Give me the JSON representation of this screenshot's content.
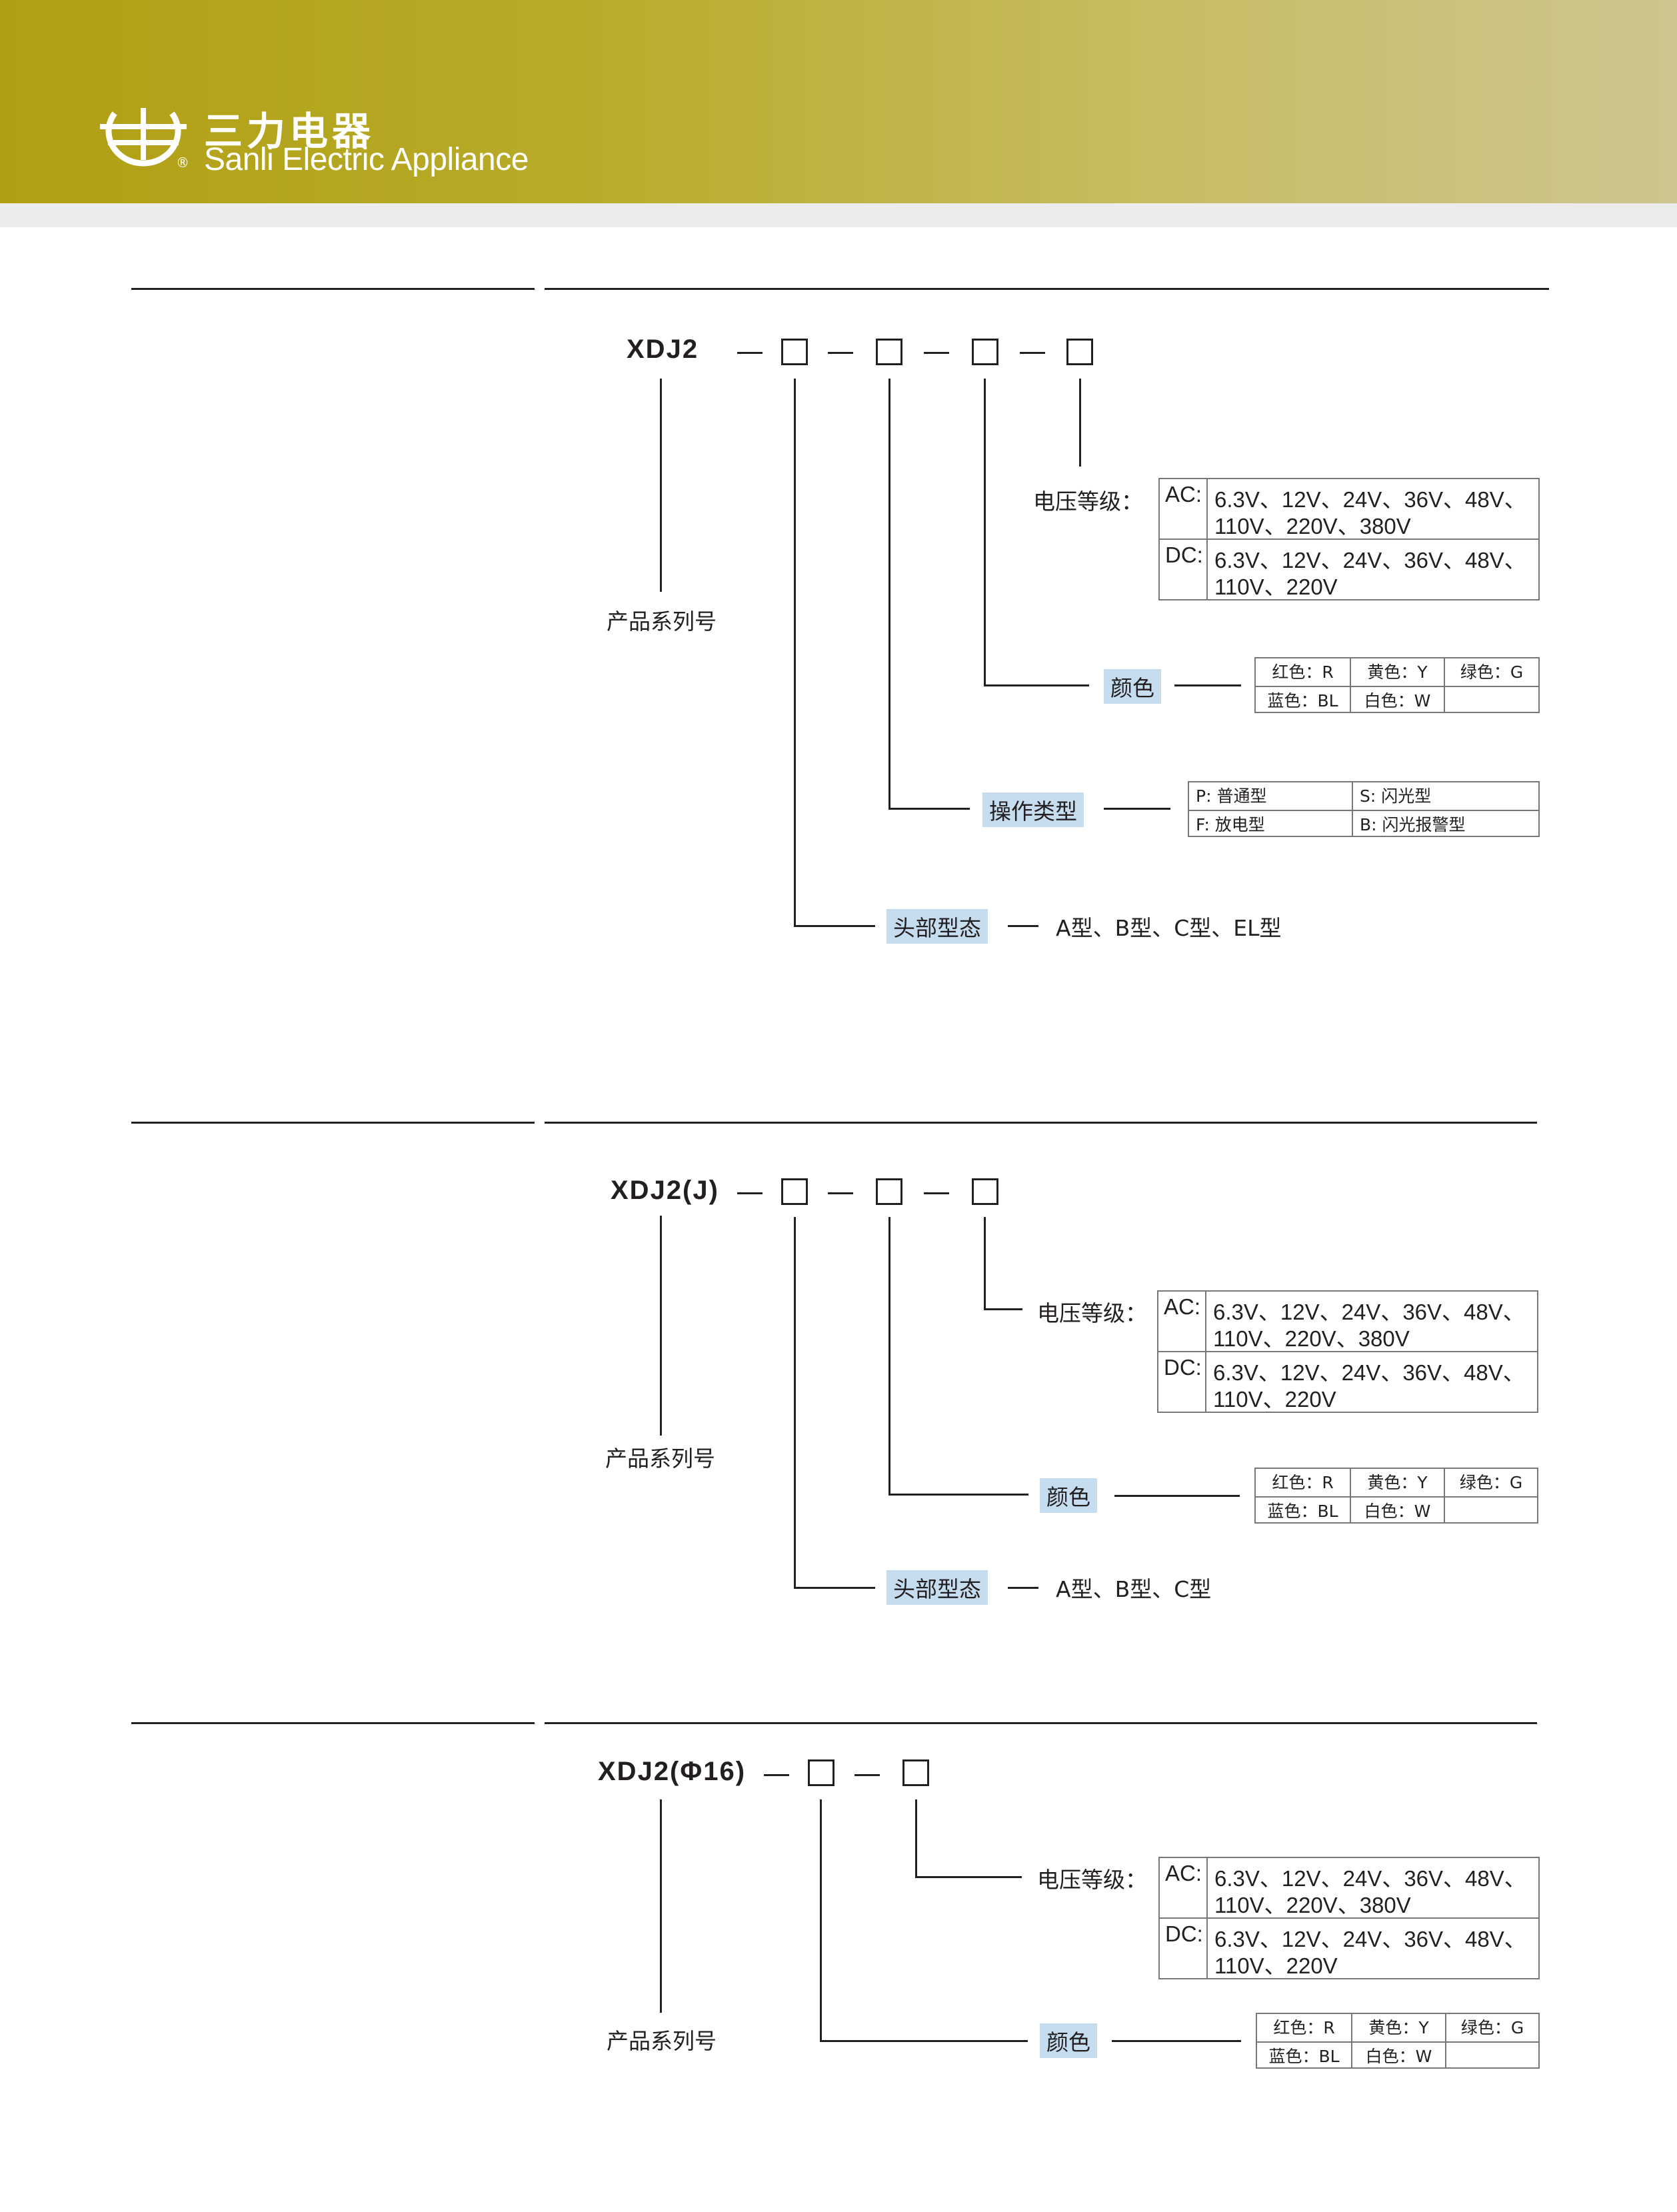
{
  "header": {
    "brand_cn": "三力电器",
    "brand_en": "Sanli Electric Appliance",
    "registered_mark": "®"
  },
  "sections": [
    {
      "title": "XDJ2",
      "series_label": "产品系列号",
      "voltage": {
        "label": "电压等级：",
        "ac_prefix": "AC:",
        "ac_line1": "6.3V、12V、24V、36V、48V、",
        "ac_line2": "110V、220V、380V",
        "dc_prefix": "DC:",
        "dc_line1": "6.3V、12V、24V、36V、48V、",
        "dc_line2": "110V、220V"
      },
      "color": {
        "label": "颜色",
        "cells": [
          "红色：R",
          "黄色：Y",
          "绿色：G",
          "蓝色：BL",
          "白色：W",
          ""
        ]
      },
      "operation": {
        "label": "操作类型",
        "cells": [
          "P: 普通型",
          "S: 闪光型",
          "F: 放电型",
          "B: 闪光报警型"
        ]
      },
      "head": {
        "label": "头部型态",
        "values": "A型、B型、C型、EL型"
      }
    },
    {
      "title": "XDJ2(J)",
      "series_label": "产品系列号",
      "voltage": {
        "label": "电压等级：",
        "ac_prefix": "AC:",
        "ac_line1": "6.3V、12V、24V、36V、48V、",
        "ac_line2": "110V、220V、380V",
        "dc_prefix": "DC:",
        "dc_line1": "6.3V、12V、24V、36V、48V、",
        "dc_line2": "110V、220V"
      },
      "color": {
        "label": "颜色",
        "cells": [
          "红色：R",
          "黄色：Y",
          "绿色：G",
          "蓝色：BL",
          "白色：W",
          ""
        ]
      },
      "head": {
        "label": "头部型态",
        "values": "A型、B型、C型"
      }
    },
    {
      "title": "XDJ2(Φ16)",
      "series_label": "产品系列号",
      "voltage": {
        "label": "电压等级：",
        "ac_prefix": "AC:",
        "ac_line1": "6.3V、12V、24V、36V、48V、",
        "ac_line2": "110V、220V、380V",
        "dc_prefix": "DC:",
        "dc_line1": "6.3V、12V、24V、36V、48V、",
        "dc_line2": "110V、220V"
      },
      "color": {
        "label": "颜色",
        "cells": [
          "红色：R",
          "黄色：Y",
          "绿色：G",
          "蓝色：BL",
          "白色：W",
          ""
        ]
      }
    }
  ]
}
